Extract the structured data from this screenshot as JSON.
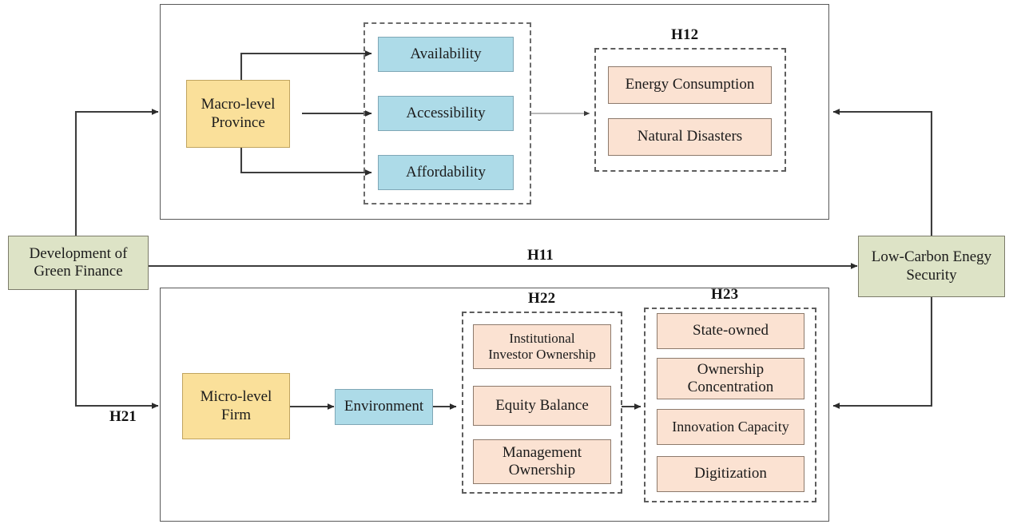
{
  "diagram": {
    "title_nodes": {
      "left_driver": "Development of\nGreen Finance",
      "right_outcome": "Low-Carbon Enegy\nSecurity"
    },
    "macro_branch": {
      "source": "Macro-level\nProvince",
      "mediators_label": "",
      "mediators": [
        "Availability",
        "Accessibility",
        "Affordability"
      ],
      "moderator_group_label": "H12",
      "moderators": [
        "Energy Consumption",
        "Natural Disasters"
      ]
    },
    "micro_branch": {
      "source": "Micro-level\nFirm",
      "mediator": "Environment",
      "group_h22_label": "H22",
      "h22_items": [
        "Institutional\nInvestor Ownership",
        "Equity Balance",
        "Management\nOwnership"
      ],
      "group_h23_label": "H23",
      "h23_items": [
        "State-owned",
        "Ownership\nConcentration",
        "Innovation Capacity",
        "Digitization"
      ]
    },
    "hypothesis_labels": {
      "h11": "H11",
      "h21": "H21",
      "h12": "H12",
      "h22": "H22",
      "h23": "H23"
    },
    "colors": {
      "green_fill": "#dde3c6",
      "yellow_fill": "#fae09a",
      "blue_fill": "#addbe8",
      "peach_fill": "#fbe2d2",
      "line": "#404040",
      "dashed_border": "#5d5d5d"
    }
  }
}
